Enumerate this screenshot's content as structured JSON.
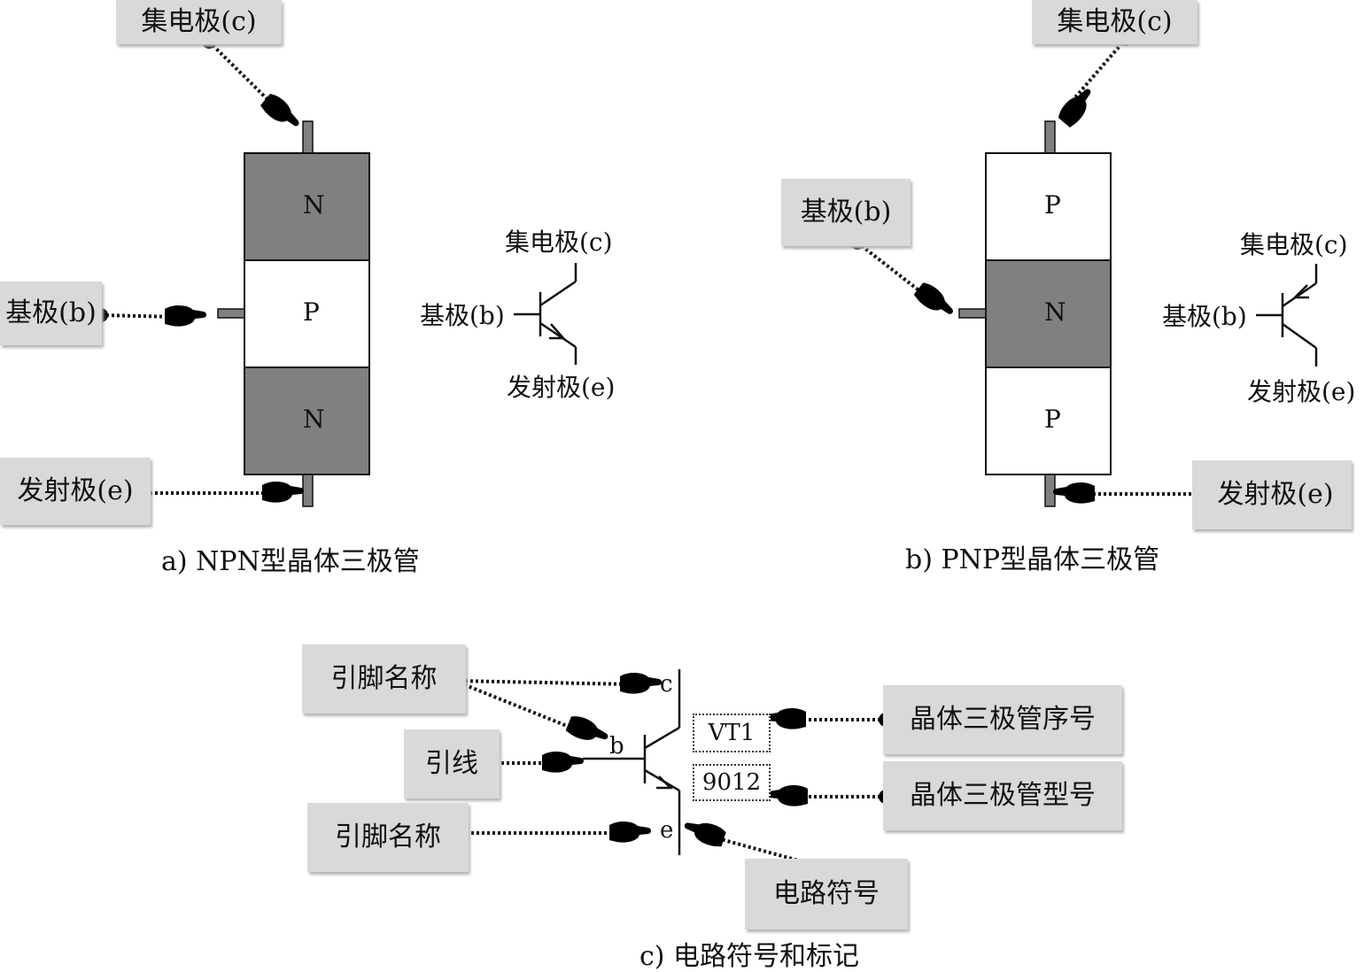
{
  "npn": {
    "layers": [
      "N",
      "P",
      "N"
    ],
    "collector": "集电极(c)",
    "base": "基极(b)",
    "emitter": "发射极(e)",
    "sym_collector": "集电极(c)",
    "sym_base": "基极(b)",
    "sym_emitter": "发射极(e)",
    "caption": "a) NPN型晶体三极管"
  },
  "pnp": {
    "layers": [
      "P",
      "N",
      "P"
    ],
    "collector": "集电极(c)",
    "base": "基极(b)",
    "emitter": "发射极(e)",
    "sym_collector": "集电极(c)",
    "sym_base": "基极(b)",
    "sym_emitter": "发射极(e)",
    "caption": "b) PNP型晶体三极管"
  },
  "symbol": {
    "pin_name_top": "引脚名称",
    "lead": "引线",
    "pin_name_bottom": "引脚名称",
    "serial": "晶体三极管序号",
    "model": "晶体三极管型号",
    "circuit_symbol": "电路符号",
    "pin_c": "c",
    "pin_b": "b",
    "pin_e": "e",
    "ref": "VT1",
    "part": "9012",
    "caption": "c) 电路符号和标记"
  },
  "colors": {
    "dark_layer": "#808080",
    "label_bg": "#d9d9d9",
    "line": "#111111"
  }
}
